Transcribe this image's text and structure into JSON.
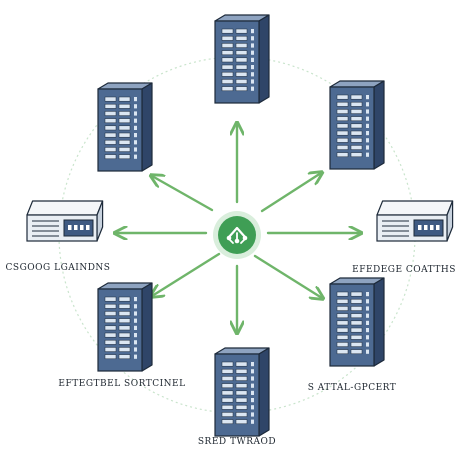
{
  "colors": {
    "arrow": "#6fb56a",
    "hub_fill": "#3f9e55",
    "hub_ring": "#d9eedc",
    "tower_front": "#4d6a92",
    "tower_side": "#2f4568",
    "tower_top": "#8ea3c0",
    "slot": "#dbe6f2",
    "appliance_top": "#f4f6f9",
    "appliance_front": "#e9eef4",
    "appliance_panel": "#3f5a82",
    "outline": "#1d2a3a",
    "orbit": "#c9e4cc"
  },
  "hub": {
    "icon": "network-hub-icon"
  },
  "nodes": [
    {
      "id": "top",
      "kind": "tower",
      "label": ""
    },
    {
      "id": "top-right",
      "kind": "tower",
      "label": ""
    },
    {
      "id": "right",
      "kind": "appliance",
      "label": "EFEDEGE  COATTHS"
    },
    {
      "id": "bottom-right",
      "kind": "tower",
      "label": "S ATTAL-GPCERT"
    },
    {
      "id": "bottom",
      "kind": "tower",
      "label": "SRED TWRAOD"
    },
    {
      "id": "bottom-left",
      "kind": "tower",
      "label": "EFTEGTBEL  SORTCINEL"
    },
    {
      "id": "left",
      "kind": "appliance",
      "label": "CSGOOG  LGAINDNS"
    },
    {
      "id": "top-left",
      "kind": "tower",
      "label": ""
    }
  ]
}
